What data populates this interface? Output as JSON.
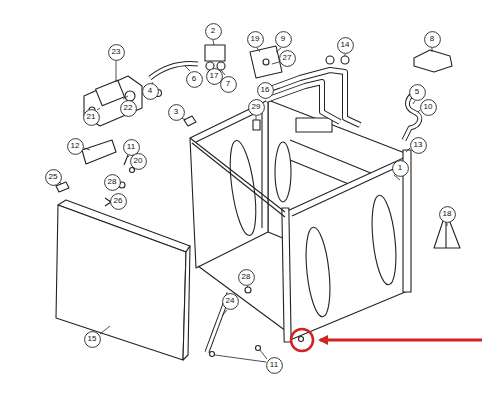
{
  "diagram": {
    "nodes": [
      {
        "text": [
          "2"
        ]
      },
      {
        "text": [
          "8"
        ]
      },
      {
        "text": [
          "19"
        ]
      },
      {
        "text": [
          "9"
        ]
      },
      {
        "text": [
          "14"
        ]
      },
      {
        "text": [
          "23"
        ]
      },
      {
        "text": [
          "27"
        ]
      },
      {
        "text": [
          "17"
        ]
      },
      {
        "text": [
          "6"
        ]
      },
      {
        "text": [
          "7"
        ]
      },
      {
        "text": [
          "16"
        ]
      },
      {
        "text": [
          "4"
        ]
      },
      {
        "text": [
          "5"
        ]
      },
      {
        "text": [
          "10"
        ]
      },
      {
        "text": [
          "29"
        ]
      },
      {
        "text": [
          "22"
        ]
      },
      {
        "text": [
          "3"
        ]
      },
      {
        "text": [
          "21"
        ]
      },
      {
        "text": [
          "13"
        ]
      },
      {
        "text": [
          "12"
        ]
      },
      {
        "text": [
          "11"
        ]
      },
      {
        "text": [
          "20"
        ]
      },
      {
        "text": [
          "1"
        ]
      },
      {
        "text": [
          "25"
        ]
      },
      {
        "text": [
          "28"
        ]
      },
      {
        "text": [
          "26"
        ]
      },
      {
        "text": [
          "18"
        ]
      },
      {
        "text": [
          "28"
        ]
      },
      {
        "text": [
          "24"
        ]
      },
      {
        "text": [
          "15"
        ]
      },
      {
        "text": [
          "11"
        ]
      }
    ]
  }
}
